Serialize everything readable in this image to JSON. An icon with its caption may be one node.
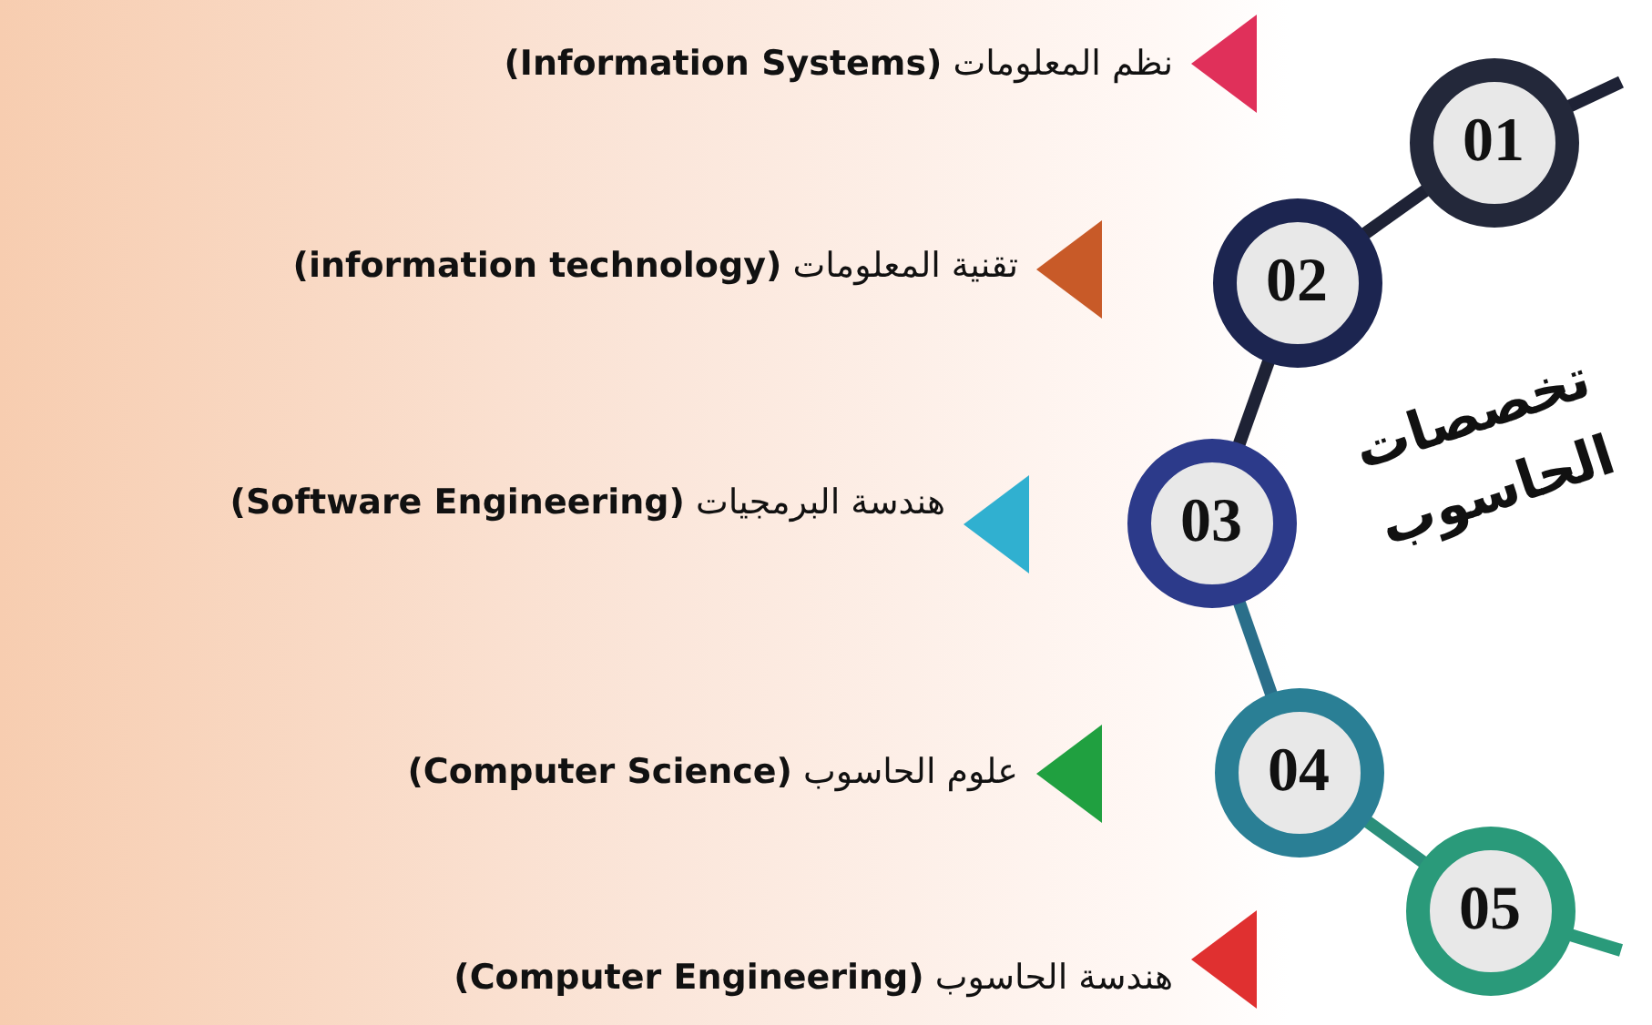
{
  "diagram": {
    "title": "تخصصات الحاسوب",
    "nodes": [
      {
        "text": [
          "01"
        ]
      },
      {
        "text": [
          "02"
        ]
      },
      {
        "text": [
          "03"
        ]
      },
      {
        "text": [
          "04"
        ]
      },
      {
        "text": [
          "05"
        ]
      }
    ],
    "edges": [
      {
        "from": null,
        "to": 0,
        "arrow": "none"
      },
      {
        "from": 0,
        "to": 1,
        "arrow": "none"
      },
      {
        "from": 1,
        "to": 2,
        "arrow": "none"
      },
      {
        "from": 2,
        "to": 3,
        "arrow": "none",
        "color": "#2a6f8a"
      },
      {
        "from": 3,
        "to": 4,
        "arrow": "none",
        "color": "#2a8f7a"
      },
      {
        "from": 4,
        "to": null,
        "arrow": "none",
        "color": "#2a9a7a"
      }
    ],
    "labels": [
      "نظم المعلومات",
      "(Information Systems)",
      "تقنية المعلومات",
      "(information technology)",
      "هندسة البرمجيات",
      "(Software Engineering)",
      "علوم الحاسوب",
      "(Computer Science)",
      "هندسة الحاسوب",
      "(Computer Engineering)"
    ]
  }
}
